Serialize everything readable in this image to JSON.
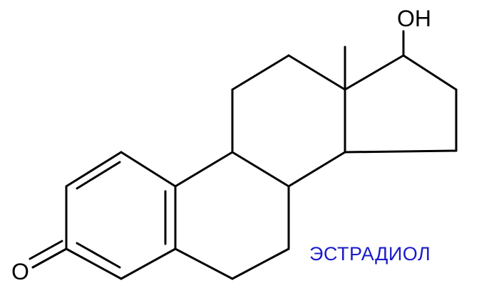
{
  "diagram": {
    "compound_name": "ЭСТРАДИОЛ",
    "name_color": "#1a1acc",
    "line_color": "#000000",
    "atoms": {
      "hydroxyl": "OH",
      "carbonyl_oxygen": "O"
    }
  }
}
